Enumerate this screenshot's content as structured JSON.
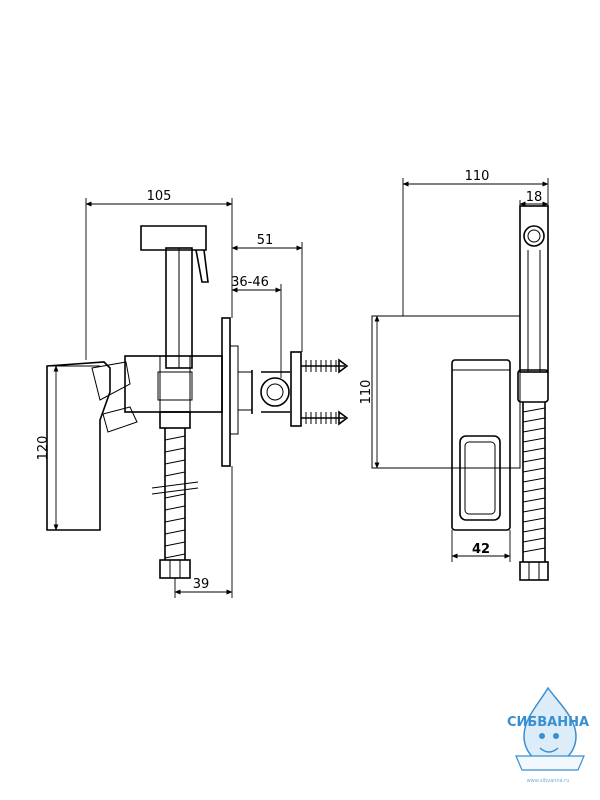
{
  "dimensions": {
    "side_width": "105",
    "handle_offset": "51",
    "wall_range": "36-46",
    "body_height": "120",
    "hose_offset": "39",
    "front_width": "110",
    "holder_width": "18",
    "front_height": "110",
    "handle_width": "42"
  },
  "logo": {
    "brand": "СИБВАННА",
    "url": "www.sibvanna.ru"
  },
  "colors": {
    "line": "#000000",
    "logo_blue": "#3a8fd0"
  }
}
